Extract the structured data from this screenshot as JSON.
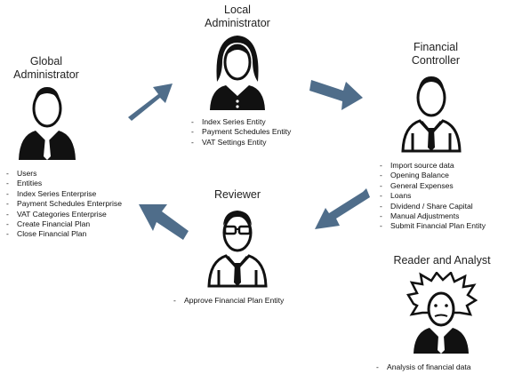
{
  "roles": {
    "global_admin": {
      "title_lines": [
        "Global",
        "Administrator"
      ],
      "duties": [
        "Users",
        "Entities",
        "Index Series Enterprise",
        "Payment Schedules Enterprise",
        "VAT Categories Enterprise",
        "Create Financial Plan",
        "Close Financial Plan"
      ]
    },
    "local_admin": {
      "title_lines": [
        "Local",
        "Administrator"
      ],
      "duties": [
        "Index Series Entity",
        "Payment Schedules Entity",
        "VAT Settings Entity"
      ]
    },
    "financial_controller": {
      "title_lines": [
        "Financial",
        "Controller"
      ],
      "duties": [
        "Import source data",
        "Opening Balance",
        "General Expenses",
        "Loans",
        "Dividend / Share Capital",
        "Manual Adjustments",
        "Submit Financial Plan Entity"
      ]
    },
    "reviewer": {
      "title_lines": [
        "Reviewer"
      ],
      "duties": [
        "Approve Financial Plan Entity"
      ]
    },
    "reader_analyst": {
      "title_lines": [
        "Reader and Analyst"
      ],
      "duties": [
        "Analysis of financial data"
      ]
    }
  },
  "colors": {
    "arrow": "#4f6d8a",
    "icon": "#111111"
  }
}
